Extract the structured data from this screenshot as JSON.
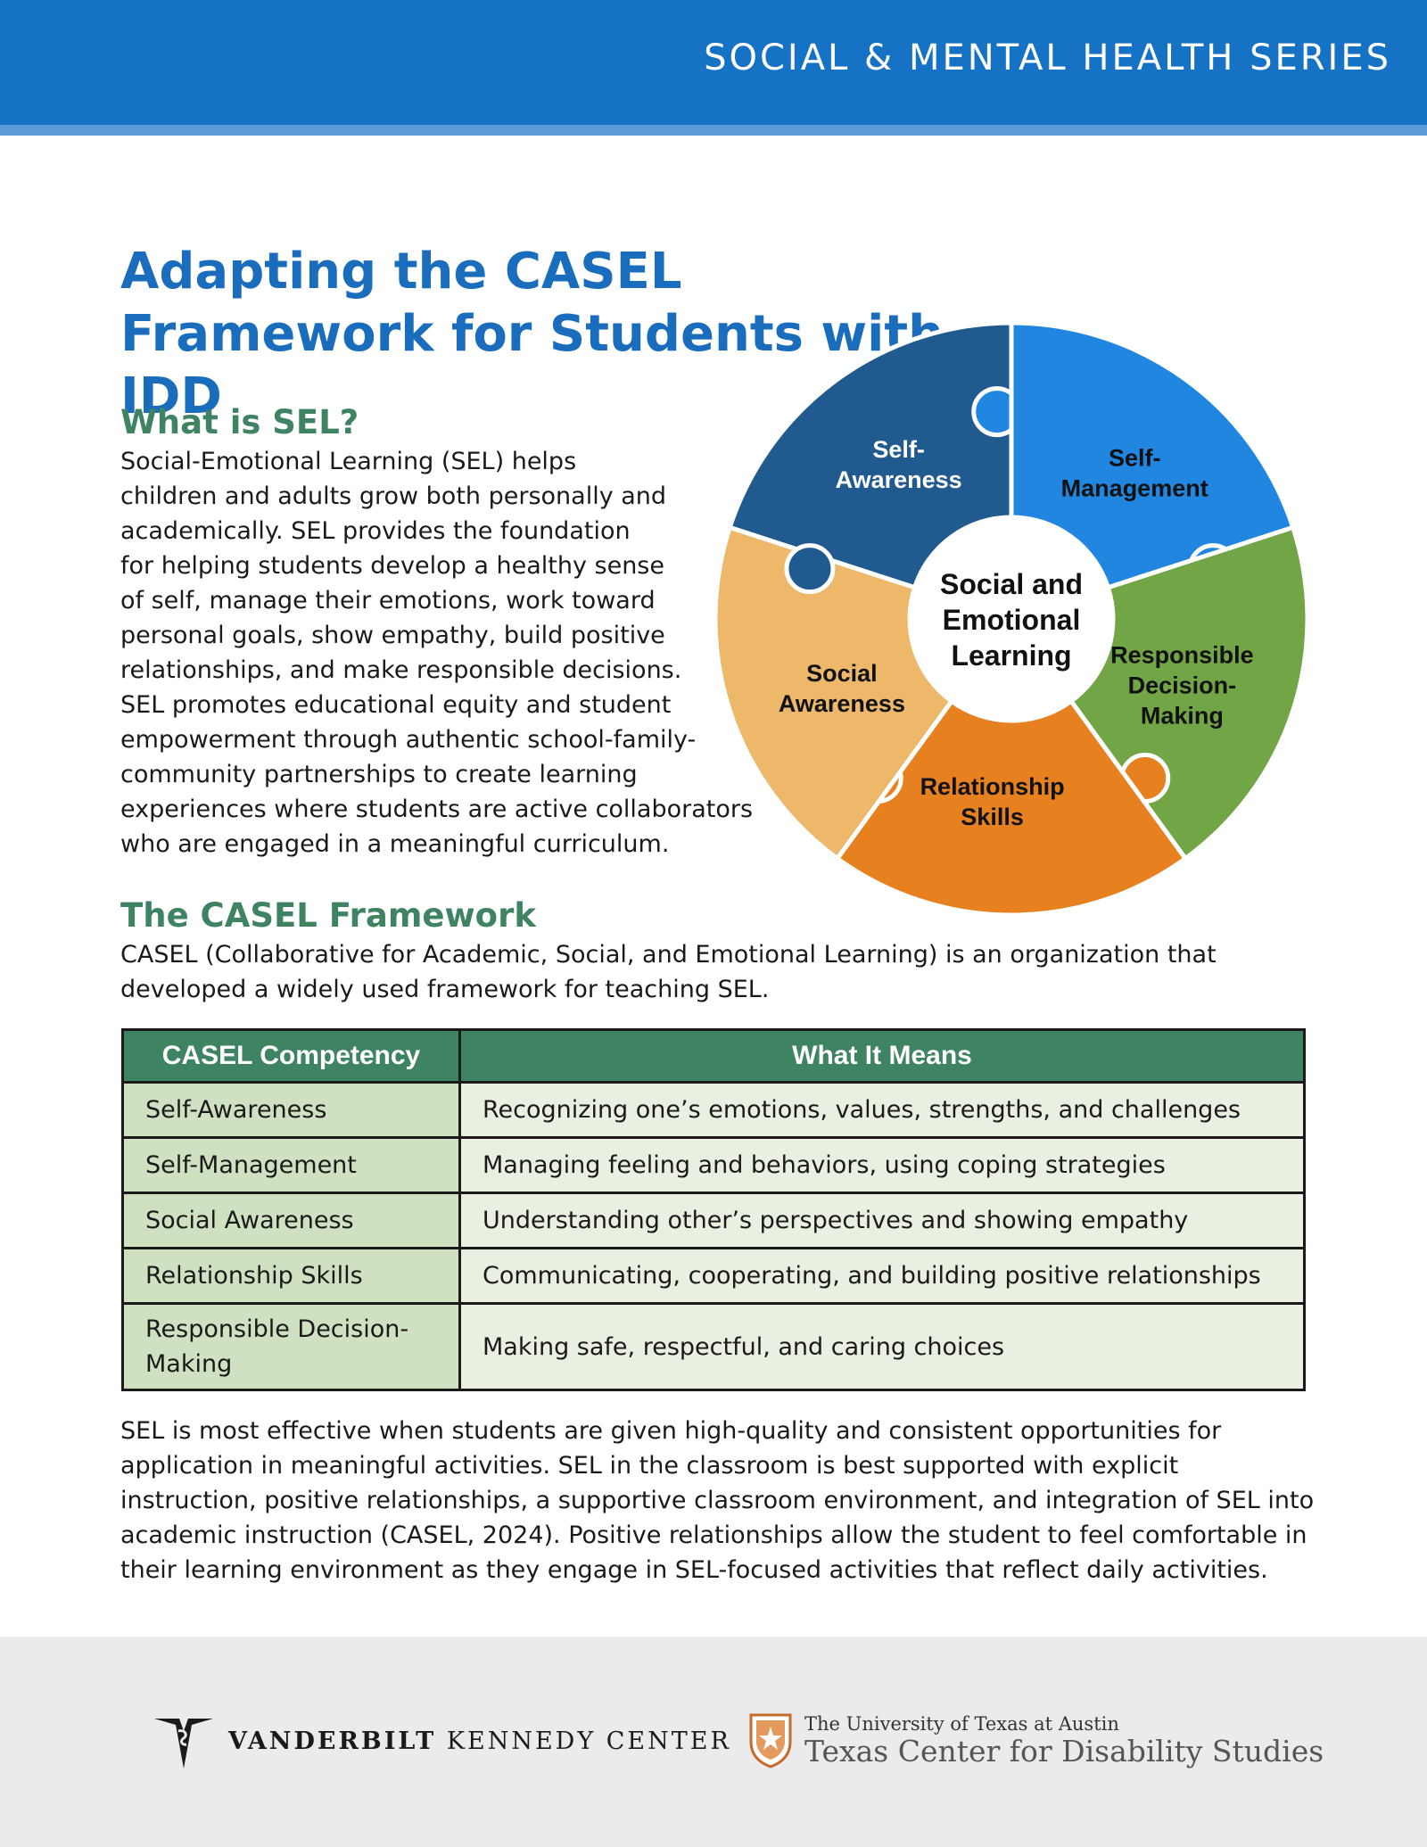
{
  "header": {
    "series_title": "SOCIAL & MENTAL HEALTH SERIES",
    "band_color": "#1672c4"
  },
  "page_title": "Adapting the CASEL Framework for Students with IDD",
  "sections": {
    "what_is_sel": {
      "heading": "What is SEL?",
      "lines": [
        "Social-Emotional Learning (SEL) helps",
        "children and adults grow both personally and",
        "academically. SEL provides the foundation",
        "for helping students develop a healthy sense",
        "of self, manage their emotions, work toward",
        "personal goals, show empathy, build positive",
        "relationships, and make responsible decisions.",
        "SEL promotes educational equity and student",
        "empowerment through authentic school-family-",
        "community partnerships to create learning",
        "experiences where students are active collaborators",
        "who are engaged in a meaningful curriculum."
      ]
    },
    "casel_framework": {
      "heading": "The CASEL Framework",
      "intro": "CASEL (Collaborative for Academic, Social, and Emotional Learning) is an organization that developed a widely used framework for teaching SEL."
    },
    "closing_paragraph": "SEL is most effective when students are given high-quality and consistent opportunities for application in meaningful activities. SEL in the classroom is best supported with explicit instruction, positive relationships, a supportive classroom environment, and integration of SEL into academic instruction (CASEL, 2024). Positive relationships allow the student to feel comfortable in their learning environment as they engage in SEL-focused activities that reflect daily activities."
  },
  "diagram": {
    "center_lines": [
      "Social and",
      "Emotional",
      "Learning"
    ],
    "pieces": [
      {
        "label_lines": [
          "Self-",
          "Awareness"
        ],
        "color": "#215a8e",
        "text_color": "#ffffff"
      },
      {
        "label_lines": [
          "Self-",
          "Management"
        ],
        "color": "#2186e0",
        "text_color": "#111111"
      },
      {
        "label_lines": [
          "Responsible",
          "Decision-",
          "Making"
        ],
        "color": "#72a545",
        "text_color": "#111111"
      },
      {
        "label_lines": [
          "Relationship",
          "Skills"
        ],
        "color": "#e7801f",
        "text_color": "#111111"
      },
      {
        "label_lines": [
          "Social",
          "Awareness"
        ],
        "color": "#edb86a",
        "text_color": "#111111"
      }
    ]
  },
  "table": {
    "headers": [
      "CASEL Competency",
      "What It Means"
    ],
    "rows": [
      {
        "competency": "Self-Awareness",
        "meaning": "Recognizing one’s emotions, values, strengths, and challenges"
      },
      {
        "competency": "Self-Management",
        "meaning": "Managing feeling and behaviors, using coping strategies"
      },
      {
        "competency": "Social Awareness",
        "meaning": "Understanding other’s perspectives and showing empathy"
      },
      {
        "competency": "Relationship Skills",
        "meaning": "Communicating, cooperating, and building positive relationships"
      },
      {
        "competency": "Responsible Decision-Making",
        "meaning": "Making safe, respectful, and caring choices"
      }
    ]
  },
  "footer": {
    "vanderbilt_bold": "VANDERBILT",
    "vanderbilt_rest": "KENNEDY CENTER",
    "ut_small": "The University of Texas at Austin",
    "ut_large": "Texas Center for Disability Studies"
  }
}
